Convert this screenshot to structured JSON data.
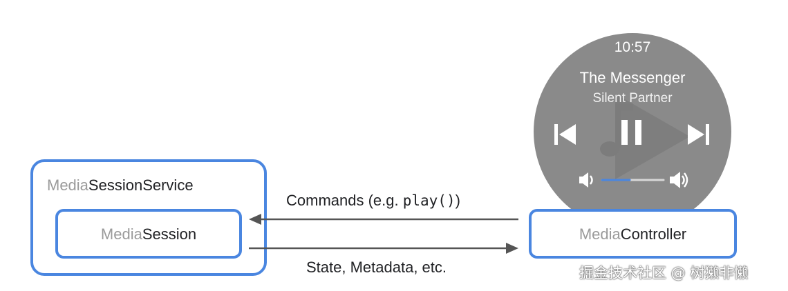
{
  "watch": {
    "time": "10:57",
    "title": "The Messenger",
    "artist": "Silent Partner",
    "volume_level": 0.45,
    "icons": [
      "skip-previous-icon",
      "pause-icon",
      "skip-next-icon",
      "volume-down-icon",
      "volume-up-icon"
    ],
    "colors": {
      "face": "#8a8a8a",
      "volume_fill": "#4a86e0",
      "volume_track": "#d8d8d8"
    }
  },
  "service_box": {
    "prefix": "Media",
    "suffix": "SessionService"
  },
  "session_box": {
    "prefix": "Media",
    "suffix": "Session"
  },
  "controller_box": {
    "prefix": "Media",
    "suffix": "Controller"
  },
  "edges": {
    "commands": {
      "text": "Commands (e.g. ",
      "code": "play()",
      "close": ")"
    },
    "state": {
      "text": "State, Metadata, etc."
    }
  },
  "watermark": "掘金技术社区 @ 树獭非懒",
  "colors": {
    "box_border": "#4a86e0",
    "arrow": "#555555",
    "faded_text": "#9a9a9a"
  }
}
